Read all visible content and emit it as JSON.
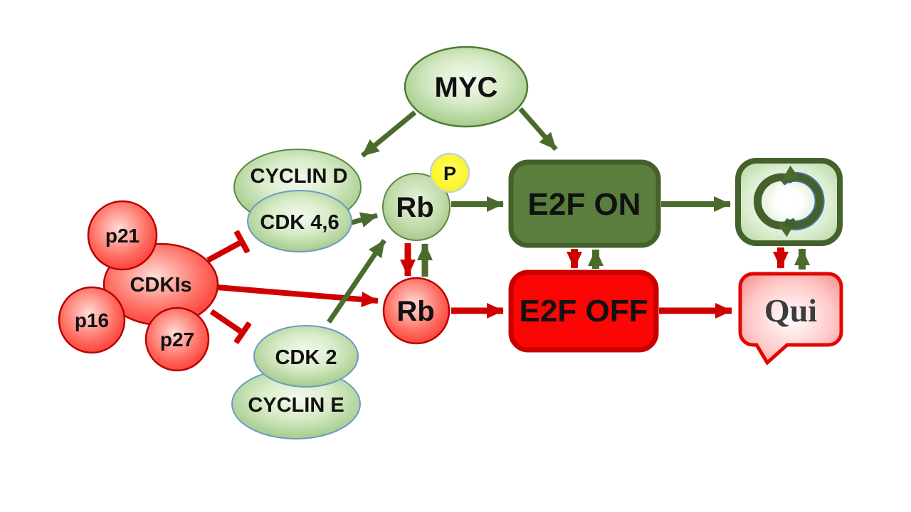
{
  "diagram": {
    "description": "Cell cycle regulation pathway: MYC, cyclin/CDK complexes, CDK inhibitors, Rb phosphorylation and E2F switching between proliferation and quiescence",
    "nodes": {
      "myc": {
        "label": "MYC"
      },
      "cyclin_d": {
        "label": "CYCLIN D"
      },
      "cdk46": {
        "label": "CDK 4,6"
      },
      "cdkis": {
        "label": "CDKIs"
      },
      "p21": {
        "label": "p21"
      },
      "p16": {
        "label": "p16"
      },
      "p27": {
        "label": "p27"
      },
      "rb_phosphorylated": {
        "label": "Rb"
      },
      "phosphate_badge": {
        "label": "P"
      },
      "rb_active": {
        "label": "Rb"
      },
      "e2f_on": {
        "label": "E2F ON"
      },
      "e2f_off": {
        "label": "E2F OFF"
      },
      "cdk2": {
        "label": "CDK 2"
      },
      "cyclin_e": {
        "label": "CYCLIN E"
      },
      "quiescence": {
        "label": "Qui"
      },
      "cell_cycle": {
        "icon": "cell-cycle-arrows-icon"
      }
    },
    "edges": [
      {
        "from": "MYC",
        "to": "CYCLIN D",
        "type": "activation",
        "color": "green"
      },
      {
        "from": "MYC",
        "to": "E2F ON",
        "type": "activation",
        "color": "green"
      },
      {
        "from": "CDK 4,6",
        "to": "Rb (phosphorylated)",
        "type": "activation",
        "color": "green"
      },
      {
        "from": "CDKIs",
        "to": "CDK 4,6",
        "type": "inhibition",
        "color": "red"
      },
      {
        "from": "CDKIs",
        "to": "Rb",
        "type": "activation",
        "color": "red"
      },
      {
        "from": "CDKIs",
        "to": "CDK 2",
        "type": "inhibition",
        "color": "red"
      },
      {
        "from": "CDK 2",
        "to": "Rb (phosphorylated)",
        "type": "activation",
        "color": "green"
      },
      {
        "from": "Rb (phosphorylated)",
        "to": "Rb",
        "type": "conversion",
        "color": "red"
      },
      {
        "from": "Rb",
        "to": "Rb (phosphorylated)",
        "type": "conversion",
        "color": "green"
      },
      {
        "from": "Rb (phosphorylated)",
        "to": "E2F ON",
        "type": "activation",
        "color": "green"
      },
      {
        "from": "E2F ON",
        "to": "E2F OFF",
        "type": "conversion",
        "color": "red"
      },
      {
        "from": "E2F OFF",
        "to": "E2F ON",
        "type": "conversion",
        "color": "green"
      },
      {
        "from": "E2F ON",
        "to": "cell cycle",
        "type": "activation",
        "color": "green"
      },
      {
        "from": "Rb",
        "to": "E2F OFF",
        "type": "activation",
        "color": "red"
      },
      {
        "from": "E2F OFF",
        "to": "Qui",
        "type": "activation",
        "color": "red"
      },
      {
        "from": "cell cycle",
        "to": "Qui",
        "type": "conversion",
        "color": "red"
      },
      {
        "from": "Qui",
        "to": "cell cycle",
        "type": "conversion",
        "color": "green"
      }
    ],
    "colors": {
      "green_arrow": "#4a6b2c",
      "red_arrow": "#cf0000",
      "green_node_edge": "#7fb35f",
      "green_node_border": "#4f7a33",
      "cdk_node_border": "#6b9bc3",
      "red_node_edge": "#f90d0d",
      "red_node_border": "#b80000",
      "e2f_on_fill": "#5a7e3d",
      "e2f_on_border": "#44612b",
      "e2f_off_fill": "#fb0505",
      "e2f_off_border": "#c80000",
      "phosphate_fill": "#ffff00",
      "qui_border": "#e10600",
      "text": "#111111",
      "background": "#ffffff"
    }
  }
}
